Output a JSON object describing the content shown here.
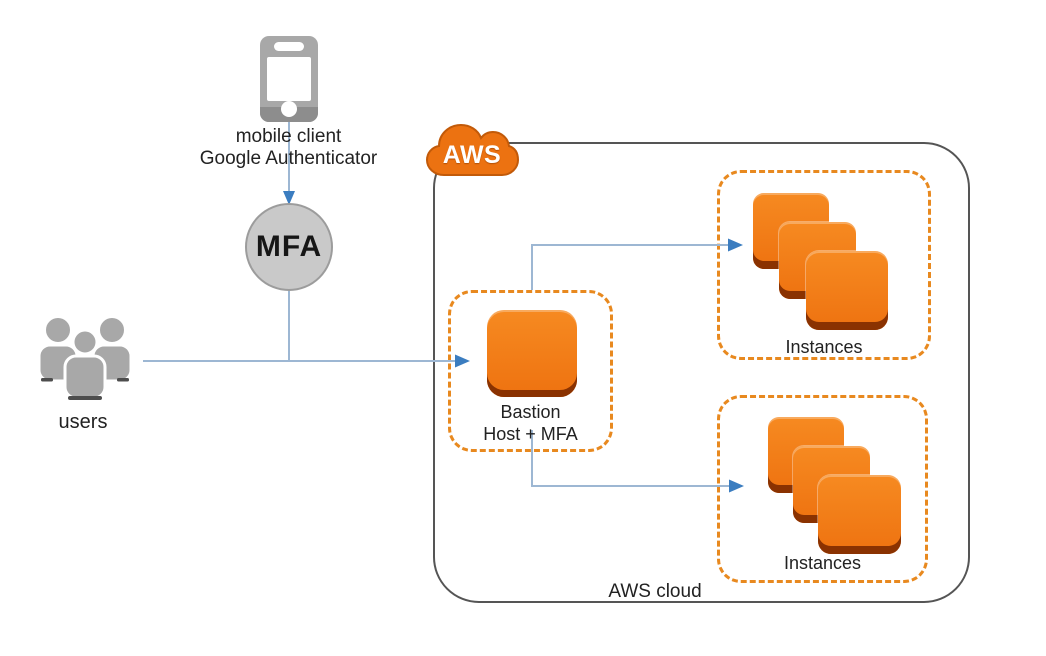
{
  "mobile_client": {
    "line1": "mobile client",
    "line2": "Google Authenticator"
  },
  "mfa": {
    "label": "MFA"
  },
  "users": {
    "label": "users"
  },
  "aws_cloud": {
    "logo_text": "AWS",
    "label": "AWS cloud"
  },
  "bastion": {
    "line1": "Bastion",
    "line2": "Host + MFA"
  },
  "instances_top": {
    "label": "Instances"
  },
  "instances_bottom": {
    "label": "Instances"
  },
  "colors": {
    "connector": "#9db7d3",
    "arrow": "#3b7dc0",
    "aws-orange": "#ec7211",
    "aws-orange-stroke": "#c25a09",
    "box-orange-light": "#f68a21",
    "box-orange": "#ee7210",
    "box-orange-dark": "#8a3201",
    "dash-orange": "#e8891f",
    "icon-gray": "#a8a8a8",
    "icon-gray-dark": "#8d8d8d",
    "mfa-fill": "#c9c9c9",
    "mfa-border": "#9c9c9c",
    "boundary-gray": "#555555",
    "text": "#222222"
  }
}
